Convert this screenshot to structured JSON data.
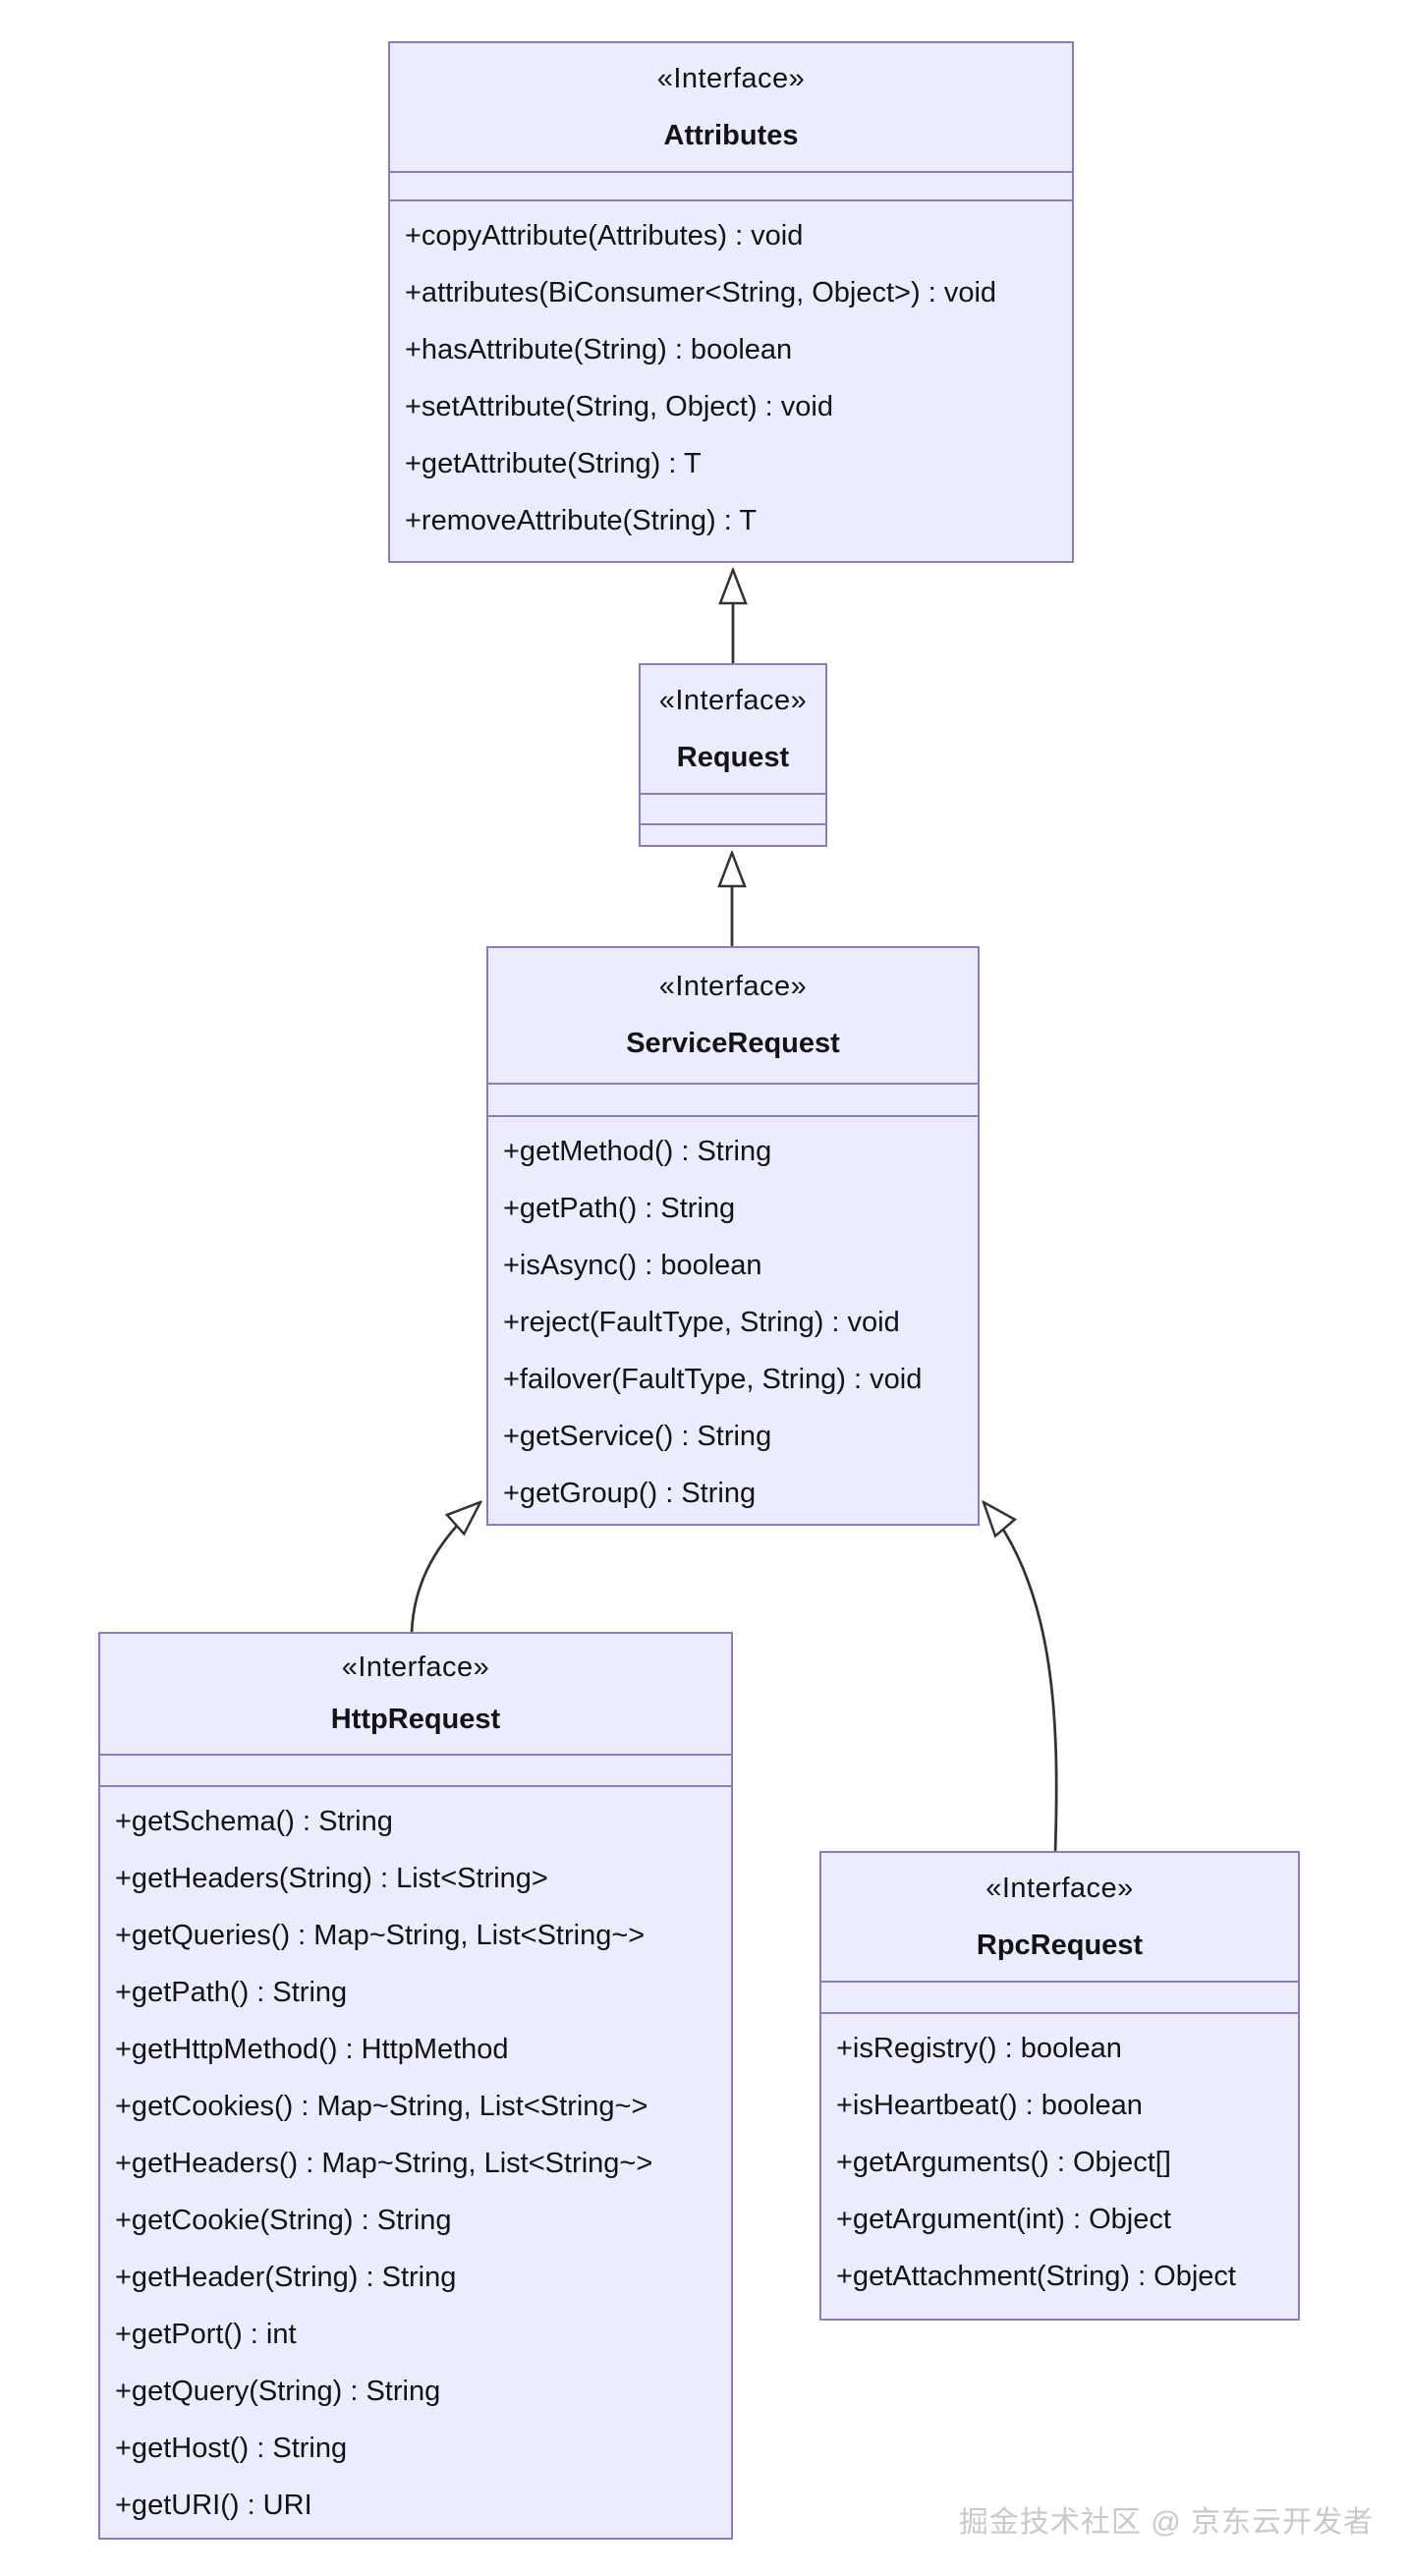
{
  "classes": [
    {
      "id": "attributes",
      "stereotype": "«Interface»",
      "name": "Attributes",
      "methods": [
        "+copyAttribute(Attributes) : void",
        "+attributes(BiConsumer<String, Object>) : void",
        "+hasAttribute(String) : boolean",
        "+setAttribute(String, Object) : void",
        "+getAttribute(String) : T",
        "+removeAttribute(String) : T"
      ]
    },
    {
      "id": "request",
      "stereotype": "«Interface»",
      "name": "Request",
      "methods": []
    },
    {
      "id": "service-request",
      "stereotype": "«Interface»",
      "name": "ServiceRequest",
      "methods": [
        "+getMethod() : String",
        "+getPath() : String",
        "+isAsync() : boolean",
        "+reject(FaultType, String) : void",
        "+failover(FaultType, String) : void",
        "+getService() : String",
        "+getGroup() : String"
      ]
    },
    {
      "id": "http-request",
      "stereotype": "«Interface»",
      "name": "HttpRequest",
      "methods": [
        "+getSchema() : String",
        "+getHeaders(String) : List<String>",
        "+getQueries() : Map~String, List<String~>",
        "+getPath() : String",
        "+getHttpMethod() : HttpMethod",
        "+getCookies() : Map~String, List<String~>",
        "+getHeaders() : Map~String, List<String~>",
        "+getCookie(String) : String",
        "+getHeader(String) : String",
        "+getPort() : int",
        "+getQuery(String) : String",
        "+getHost() : String",
        "+getURI() : URI"
      ]
    },
    {
      "id": "rpc-request",
      "stereotype": "«Interface»",
      "name": "RpcRequest",
      "methods": [
        "+isRegistry() : boolean",
        "+isHeartbeat() : boolean",
        "+getArguments() : Object[]",
        "+getArgument(int) : Object",
        "+getAttachment(String) : Object"
      ]
    }
  ],
  "relations": [
    {
      "from": "Request",
      "to": "Attributes",
      "type": "inheritance"
    },
    {
      "from": "ServiceRequest",
      "to": "Request",
      "type": "inheritance"
    },
    {
      "from": "HttpRequest",
      "to": "ServiceRequest",
      "type": "inheritance"
    },
    {
      "from": "RpcRequest",
      "to": "ServiceRequest",
      "type": "inheritance"
    }
  ],
  "watermark": "掘金技术社区 @ 京东云开发者",
  "colors": {
    "box_fill": "#ECECFF",
    "box_border": "#8f7ac0",
    "arrow": "#333333",
    "text": "#131313",
    "watermark": "#c9c9c9"
  }
}
